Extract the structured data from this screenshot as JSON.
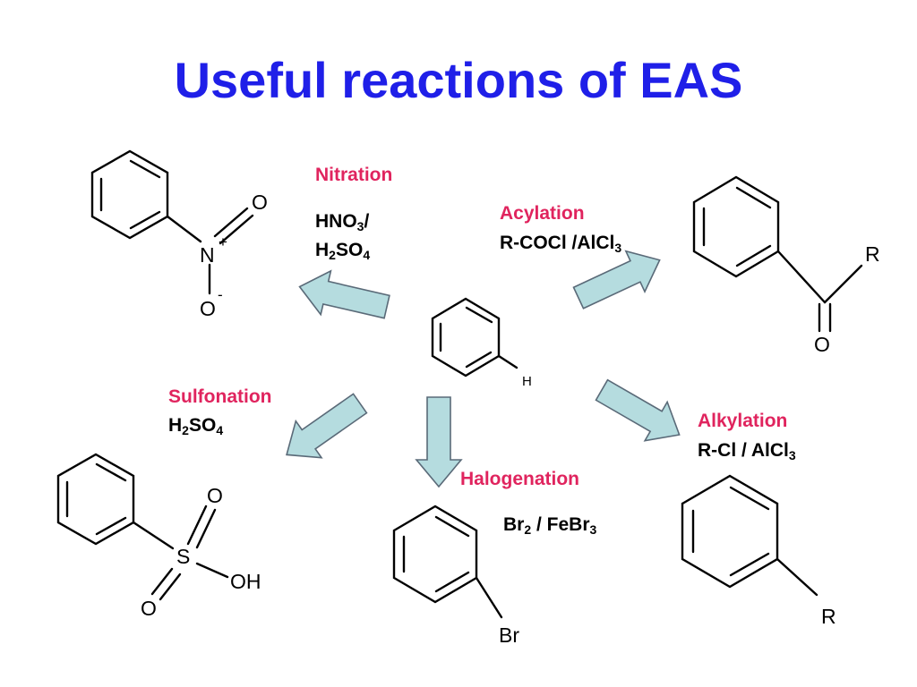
{
  "title": "Useful reactions of EAS",
  "colors": {
    "title": "#1f1fe8",
    "reaction_name": "#e0245e",
    "arrow_fill": "#b5dcdf",
    "arrow_stroke": "#5a6a78"
  },
  "center": {
    "atom": "H"
  },
  "nitration": {
    "name": "Nitration",
    "reagent_line1": [
      "HNO",
      "3",
      "/"
    ],
    "reagent_line2": [
      "H",
      "2",
      "SO",
      "4"
    ],
    "atoms": {
      "n": "N",
      "o_top": "O",
      "o_bottom": "O",
      "plus": "+",
      "minus": "-"
    }
  },
  "acylation": {
    "name": "Acylation",
    "reagent": [
      "R-COCl /AlCl",
      "3"
    ],
    "atoms": {
      "r": "R",
      "o": "O"
    }
  },
  "sulfonation": {
    "name": "Sulfonation",
    "reagent": [
      "H",
      "2",
      "SO",
      "4"
    ],
    "atoms": {
      "s": "S",
      "o_top": "O",
      "o_bottom": "O",
      "oh": "OH"
    }
  },
  "halogenation": {
    "name": "Halogenation",
    "reagent": [
      "Br",
      "2",
      " / FeBr",
      "3"
    ],
    "atoms": {
      "br": "Br"
    }
  },
  "alkylation": {
    "name": "Alkylation",
    "reagent": [
      "R-Cl / AlCl",
      "3"
    ],
    "atoms": {
      "r": "R"
    }
  }
}
